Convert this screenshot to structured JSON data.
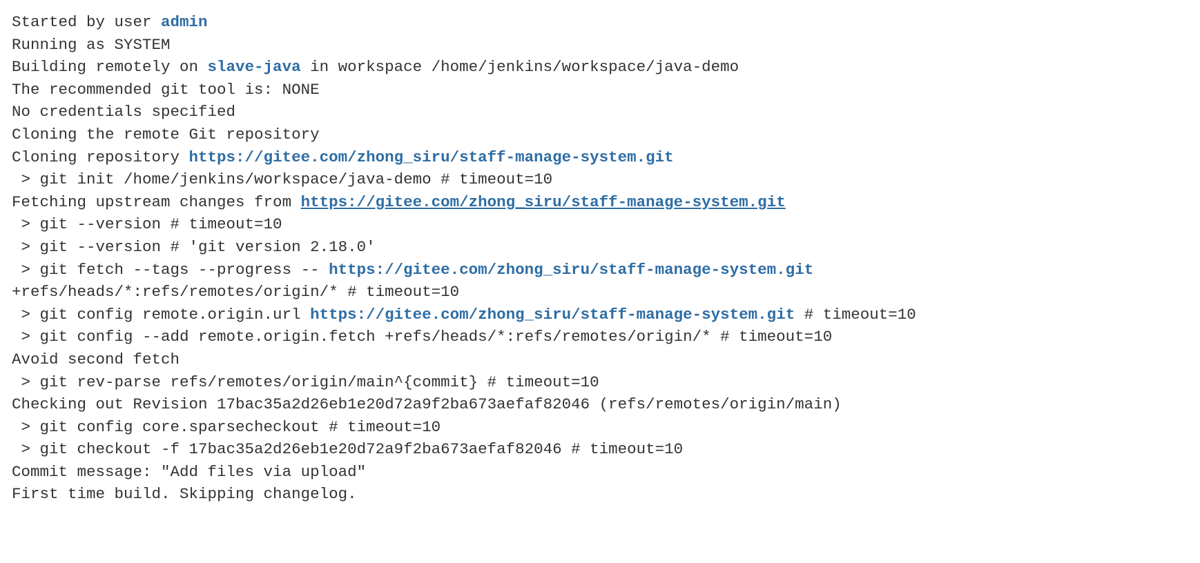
{
  "colors": {
    "background": "#ffffff",
    "text": "#333333",
    "link": "#2e6da4"
  },
  "console": {
    "lines": [
      {
        "segments": [
          {
            "text": "Started by user ",
            "style": "plain"
          },
          {
            "text": "admin",
            "style": "link",
            "name": "user-admin-link"
          }
        ]
      },
      {
        "segments": [
          {
            "text": "Running as SYSTEM",
            "style": "plain"
          }
        ]
      },
      {
        "segments": [
          {
            "text": "Building remotely on ",
            "style": "plain"
          },
          {
            "text": "slave-java",
            "style": "link",
            "name": "agent-slave-java-link"
          },
          {
            "text": " in workspace /home/jenkins/workspace/java-demo",
            "style": "plain"
          }
        ]
      },
      {
        "segments": [
          {
            "text": "The recommended git tool is: NONE",
            "style": "plain"
          }
        ]
      },
      {
        "segments": [
          {
            "text": "No credentials specified",
            "style": "plain"
          }
        ]
      },
      {
        "segments": [
          {
            "text": "Cloning the remote Git repository",
            "style": "plain"
          }
        ]
      },
      {
        "segments": [
          {
            "text": "Cloning repository ",
            "style": "plain"
          },
          {
            "text": "https://gitee.com/zhong_siru/staff-manage-system.git",
            "style": "link",
            "name": "repo-url-link"
          }
        ]
      },
      {
        "segments": [
          {
            "text": " > git init /home/jenkins/workspace/java-demo # timeout=10",
            "style": "plain"
          }
        ]
      },
      {
        "segments": [
          {
            "text": "Fetching upstream changes from ",
            "style": "plain"
          },
          {
            "text": "https://gitee.com/zhong_siru/staff-manage-system.git",
            "style": "link-underline",
            "name": "repo-url-link"
          }
        ]
      },
      {
        "segments": [
          {
            "text": " > git --version # timeout=10",
            "style": "plain"
          }
        ]
      },
      {
        "segments": [
          {
            "text": " > git --version # 'git version 2.18.0'",
            "style": "plain"
          }
        ]
      },
      {
        "segments": [
          {
            "text": " > git fetch --tags --progress -- ",
            "style": "plain"
          },
          {
            "text": "https://gitee.com/zhong_siru/staff-manage-system.git",
            "style": "link",
            "name": "repo-url-link"
          }
        ]
      },
      {
        "segments": [
          {
            "text": "+refs/heads/*:refs/remotes/origin/* # timeout=10",
            "style": "plain"
          }
        ]
      },
      {
        "segments": [
          {
            "text": " > git config remote.origin.url ",
            "style": "plain"
          },
          {
            "text": "https://gitee.com/zhong_siru/staff-manage-system.git",
            "style": "link",
            "name": "repo-url-link"
          },
          {
            "text": " # timeout=10",
            "style": "plain"
          }
        ]
      },
      {
        "segments": [
          {
            "text": " > git config --add remote.origin.fetch +refs/heads/*:refs/remotes/origin/* # timeout=10",
            "style": "plain"
          }
        ]
      },
      {
        "segments": [
          {
            "text": "Avoid second fetch",
            "style": "plain"
          }
        ]
      },
      {
        "segments": [
          {
            "text": " > git rev-parse refs/remotes/origin/main^{commit} # timeout=10",
            "style": "plain"
          }
        ]
      },
      {
        "segments": [
          {
            "text": "Checking out Revision 17bac35a2d26eb1e20d72a9f2ba673aefaf82046 (refs/remotes/origin/main)",
            "style": "plain"
          }
        ]
      },
      {
        "segments": [
          {
            "text": " > git config core.sparsecheckout # timeout=10",
            "style": "plain"
          }
        ]
      },
      {
        "segments": [
          {
            "text": " > git checkout -f 17bac35a2d26eb1e20d72a9f2ba673aefaf82046 # timeout=10",
            "style": "plain"
          }
        ]
      },
      {
        "segments": [
          {
            "text": "Commit message: \"Add files via upload\"",
            "style": "plain"
          }
        ]
      },
      {
        "segments": [
          {
            "text": "First time build. Skipping changelog.",
            "style": "plain"
          }
        ]
      }
    ]
  }
}
